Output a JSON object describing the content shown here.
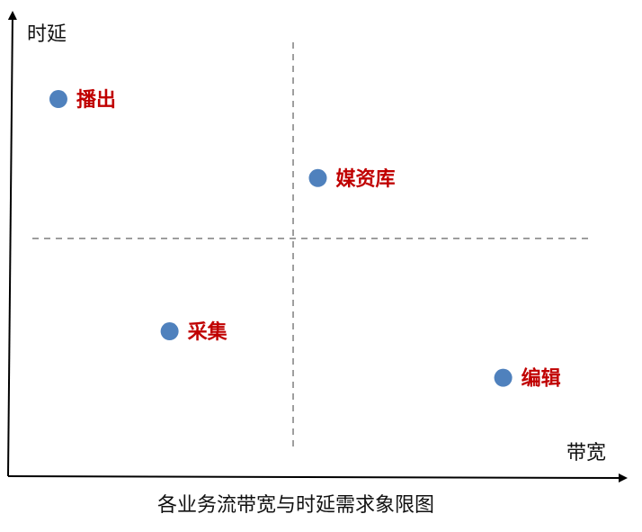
{
  "chart_data": {
    "type": "scatter",
    "title": "各业务流带宽与时延需求象限图",
    "xlabel": "带宽",
    "ylabel": "时延",
    "xlim": [
      0,
      100
    ],
    "ylim": [
      0,
      100
    ],
    "grid": false,
    "quadrant_dividers": {
      "x": 46,
      "y": 51
    },
    "point_color": "#4f81bd",
    "label_color": "#c00000",
    "points": [
      {
        "label": "播出",
        "x": 8,
        "y": 81
      },
      {
        "label": "媒资库",
        "x": 50,
        "y": 64
      },
      {
        "label": "采集",
        "x": 26,
        "y": 31
      },
      {
        "label": "编辑",
        "x": 80,
        "y": 21
      }
    ]
  }
}
